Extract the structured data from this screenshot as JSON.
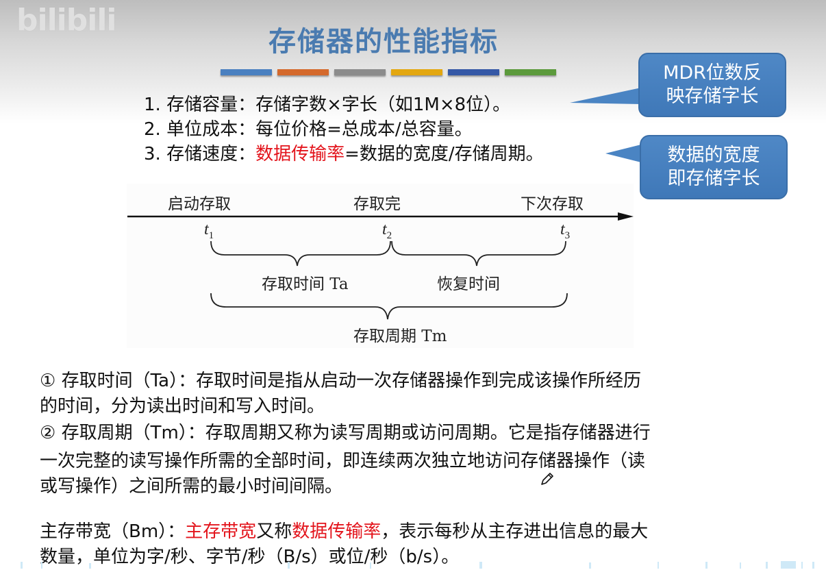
{
  "watermark": "bilibili",
  "slide": {
    "title": "存储器的性能指标",
    "color_bars": [
      "#4a80c0",
      "#d4692c",
      "#8c8c8c",
      "#e3a710",
      "#3558a6",
      "#5c9a3c"
    ],
    "points": [
      {
        "text": "1. 存储容量：存储字数×字长（如1M×8位）。"
      },
      {
        "text": "2. 单位成本：每位价格=总成本/总容量。"
      },
      {
        "prefix": "3. 存储速度：",
        "highlight": "数据传输率",
        "suffix": "=数据的宽度/存储周期。"
      }
    ],
    "callouts": [
      {
        "line1": "MDR位数反",
        "line2": "映存储字长"
      },
      {
        "line1": "数据的宽度",
        "line2": "即存储字长"
      }
    ],
    "diagram": {
      "top_labels": [
        "启动存取",
        "存取完",
        "下次存取"
      ],
      "time_points": [
        {
          "t": "t",
          "sub": "1"
        },
        {
          "t": "t",
          "sub": "2"
        },
        {
          "t": "t",
          "sub": "3"
        }
      ],
      "brace_labels": {
        "access_time": "存取时间 Ta",
        "recovery_time": "恢复时间",
        "access_cycle": "存取周期 Tm"
      }
    },
    "definitions": {
      "ta_line1": "① 存取时间（Ta）：存取时间是指从启动一次存储器操作到完成该操作所经历",
      "ta_line2": "的时间，分为读出时间和写入时间。",
      "tm_line1": "② 存取周期（Tm）：存取周期又称为读写周期或访问周期。它是指存储器进行",
      "tm_line2": "一次完整的读写操作所需的全部时间，即连续两次独立地访问存储器操作（读",
      "tm_line3": "或写操作）之间所需的最小时间间隔。"
    },
    "bandwidth": {
      "prefix": "主存带宽（Bm）：",
      "highlight1": "主存带宽",
      "mid": "又称",
      "highlight2": "数据传输率",
      "suffix": "，表示每秒从主存进出信息的最大",
      "line2": "数量，单位为字/秒、字节/秒（B/s）或位/秒（b/s）。"
    }
  },
  "cursor": "pencil-icon"
}
